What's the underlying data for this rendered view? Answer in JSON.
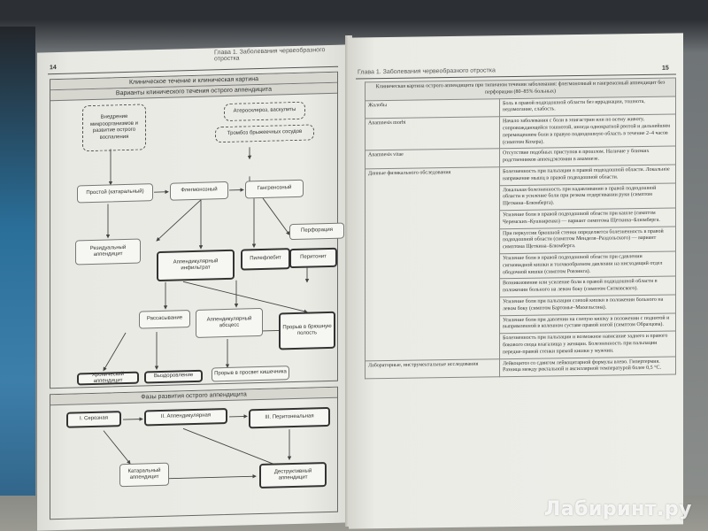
{
  "left_page": {
    "page_number": "14",
    "running_head": "Глава 1. Заболевания червеобразного отростка",
    "section1_title": "Клиническое течение и клиническая картина",
    "section1_subtitle": "Варианты клинического течения острого аппендицита",
    "section2_title": "Фазы развития острого аппендицита",
    "flow1": {
      "microorganisms": "Внедрение микроорганизмов и развитие острого воспаления",
      "atherosclerosis": "Атеросклероз, васкулиты",
      "thrombosis": "Тромбоз брыжеечных сосудов",
      "simple": "Простой (катаральный)",
      "phlegmonous": "Флегмонозный",
      "gangrenous": "Гангренозный",
      "perforation": "Перфорация",
      "residual": "Резидуальный аппендицит",
      "infiltrate": "Аппендикулярный инфильтрат",
      "pylephlebitis": "Пилефлебит",
      "peritonitis": "Перитонит",
      "resorption": "Рассасывание",
      "abscess": "Аппендикулярный абсцесс",
      "breakthrough_cavity": "Прорыв в брюшную полость",
      "chronic": "Хронический аппендицит",
      "recovery": "Выздоровление",
      "breakthrough_intestine": "Прорыв в просвет кишечника"
    },
    "flow2": {
      "serous": "I. Серозная",
      "appendicular": "II. Аппендикулярная",
      "peritoneal": "III. Перитонеальная",
      "catarrhal": "Катаральный аппендицит",
      "destructive": "Деструктивный аппендицит"
    }
  },
  "right_page": {
    "page_number": "15",
    "running_head": "Глава 1. Заболевания червеобразного отростка",
    "table_title": "Клиническая картина острого аппендицита при типичном течении заболевания: флегмонозный и гангренозный аппендицит без перфорации (80–85% больных)",
    "rows": [
      {
        "label": "Жалобы",
        "texts": [
          "Боль в правой подвздошной области без иррадиации, тошнота, недомогание, слабость."
        ]
      },
      {
        "label": "Anamnesis morbi",
        "texts": [
          "Начало заболевания с боли в эпигастрии или по всему животу, сопровождающейся тошнотой, иногда однократной рвотой и дальнейшим перемещением боли в правую подвздошную область в течение 2–4 часов (симптом Кохера)."
        ]
      },
      {
        "label": "Anamnesis vitae",
        "texts": [
          "Отсутствие подобных приступов в прошлом. Наличие у близких родственников аппендэктомии в анамнезе."
        ]
      },
      {
        "label": "Данные физикального обследования",
        "texts": [
          "Болезненность при пальпации в правой подвздошной области. Локальное напряжение мышц в правой подвздошной области.",
          "Локальная болезненность при надавливании в правой подвздошной области и усиление боли при резком отдергивании руки (симптом Щеткина–Блюмберга).",
          "Усиление боли в правой подвздошной области при кашле (симптом Черемских–Кушниренко) — вариант симптома Щеткина–Блюмберга.",
          "При перкуссии брюшной стенки определяется болезненность в правой подвздошной области (симптом Менделя–Раздольского) — вариант симптома Щеткина–Блюмберга.",
          "Усиление боли в правой подвздошной области при сдавлении сигмовидной кишки и толчкообразном давлении на нисходящий отдел ободочной кишки (симптом Ровзинга).",
          "Возникновение или усиление боли в правой подвздошной области в положении больного на левом боку (симптом Ситковского).",
          "Усиление боли при пальпации слепой кишки в положении больного на левом боку (симптом Бартомье–Михельсона).",
          "Усиление боли при давлении на слепую кишку в положении с поднятой и выпрямленной в коленном суставе правой ногой (симптом Образцова).",
          "Болезненность при пальпации и возможное нависание заднего и правого бокового свода влагалища у женщин. Болезненность при пальпации передне-правой стенки прямой кишки у мужчин."
        ]
      },
      {
        "label": "Лабораторные, инструментальные исследования",
        "texts": [
          "Лейкоцитоз со сдвигом лейкоцитарной формулы влево. Гипертермия. Разница между ректальной и аксиллярной температурой более 0,5 °С."
        ]
      }
    ]
  },
  "watermark": "Лабиринт.ру"
}
